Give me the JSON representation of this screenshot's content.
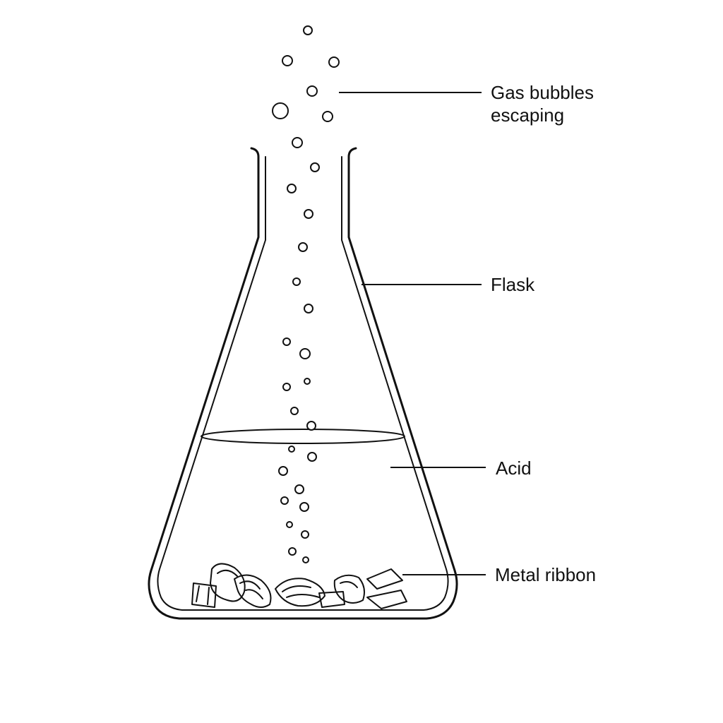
{
  "labels": {
    "gas_bubbles": [
      "Gas bubbles",
      "escaping"
    ],
    "flask": "Flask",
    "acid": "Acid",
    "metal_ribbon": "Metal ribbon"
  },
  "colors": {
    "ink": "#111111",
    "background": "#ffffff"
  }
}
